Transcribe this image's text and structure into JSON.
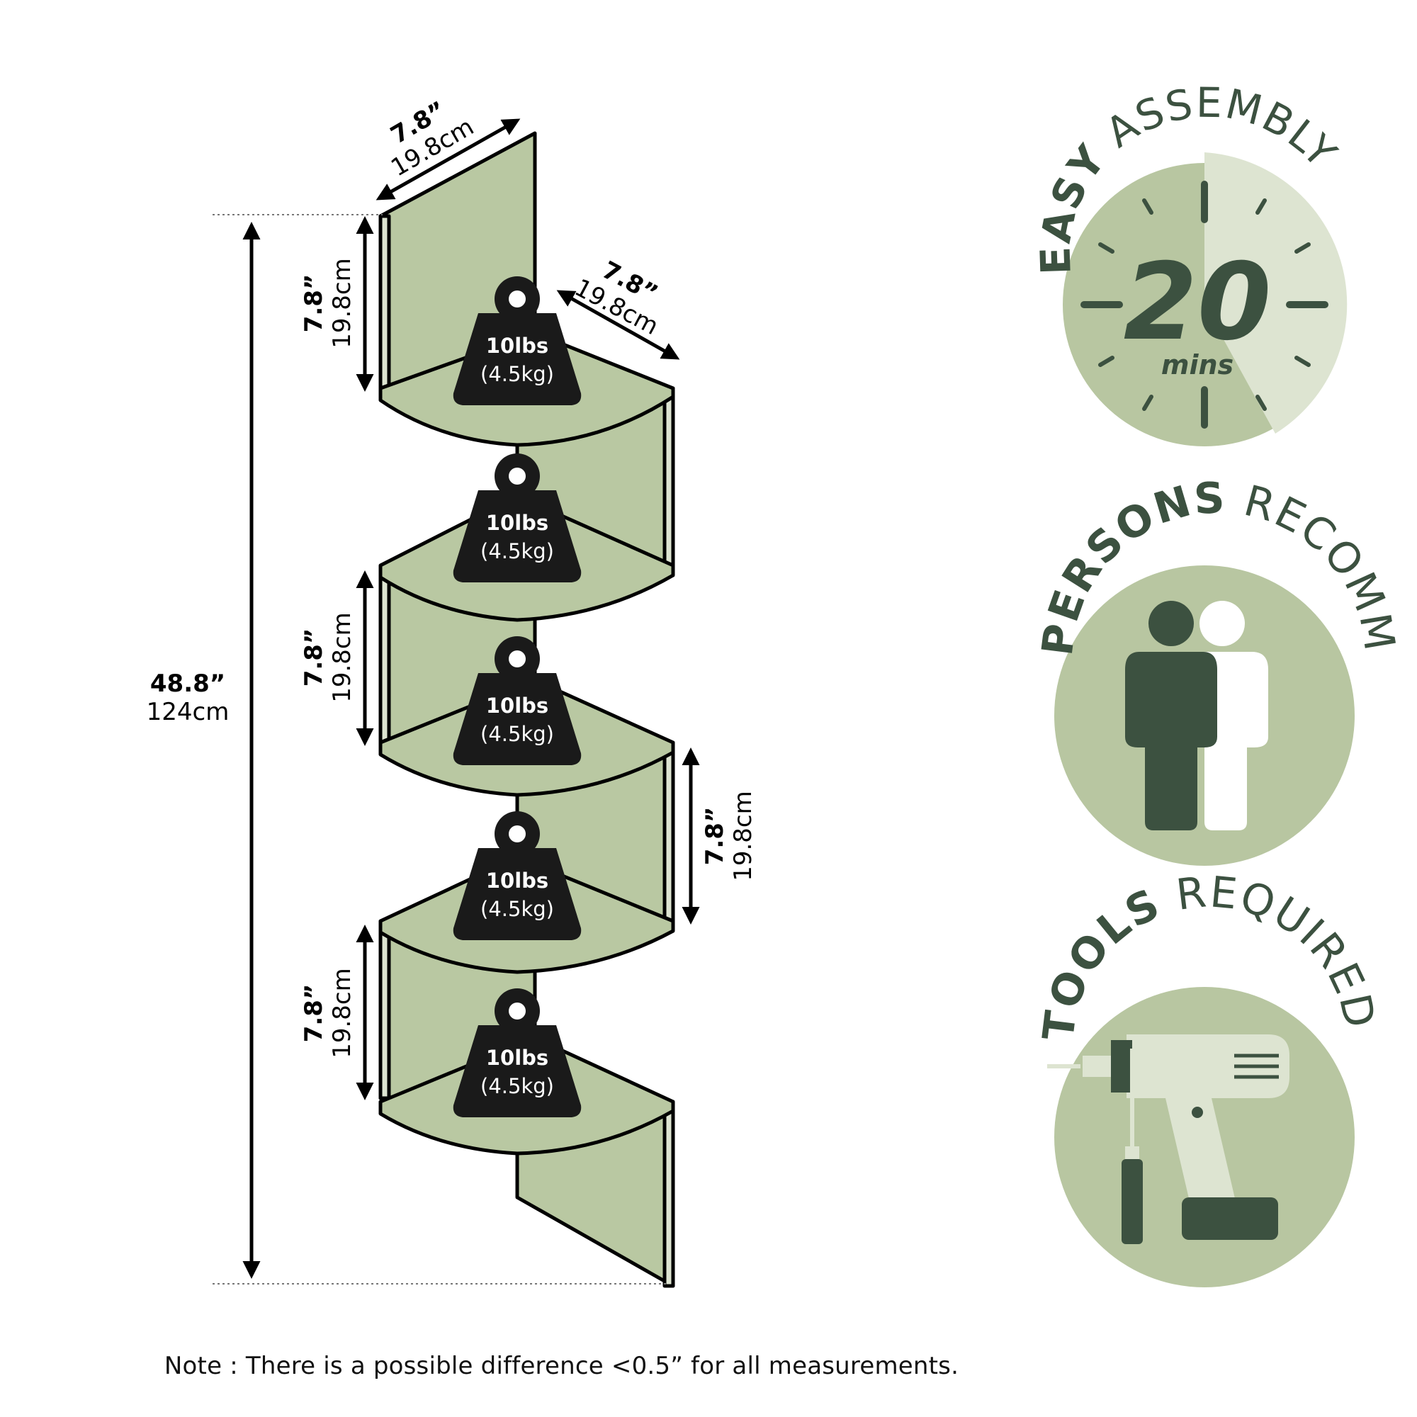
{
  "shelf": {
    "overall_height": {
      "in": "48.8”",
      "cm": "124cm"
    },
    "width_dims": [
      {
        "in": "7.8”",
        "cm": "19.8cm"
      },
      {
        "in": "7.8”",
        "cm": "19.8cm"
      }
    ],
    "height_dims": [
      {
        "in": "7.8”",
        "cm": "19.8cm"
      },
      {
        "in": "7.8”",
        "cm": "19.8cm"
      },
      {
        "in": "7.8”",
        "cm": "19.8cm"
      },
      {
        "in": "7.8”",
        "cm": "19.8cm"
      }
    ],
    "weights": [
      {
        "lbs": "10lbs",
        "kg": "(4.5kg)"
      },
      {
        "lbs": "10lbs",
        "kg": "(4.5kg)"
      },
      {
        "lbs": "10lbs",
        "kg": "(4.5kg)"
      },
      {
        "lbs": "10lbs",
        "kg": "(4.5kg)"
      },
      {
        "lbs": "10lbs",
        "kg": "(4.5kg)"
      }
    ]
  },
  "badges": {
    "assembly": {
      "bold": "EASY",
      "light": "ASSEMBLY",
      "time": "20",
      "unit": "mins",
      "icon": "clock-icon"
    },
    "persons": {
      "bold": "2 PERSONS",
      "light": "RECOMM.",
      "icon": "two-persons-icon"
    },
    "tools": {
      "bold": "TOOLS",
      "light": "REQUIRED",
      "icon": "drill-screwdriver-icon"
    }
  },
  "note": "Note : There is a possible difference <0.5” for all measurements.",
  "colors": {
    "wood": "#b9c8a2",
    "dark_green": "#3c5140",
    "badge_green": "#b8c6a1",
    "light_green": "#dde4d1",
    "weight": "#1a1a1a"
  }
}
